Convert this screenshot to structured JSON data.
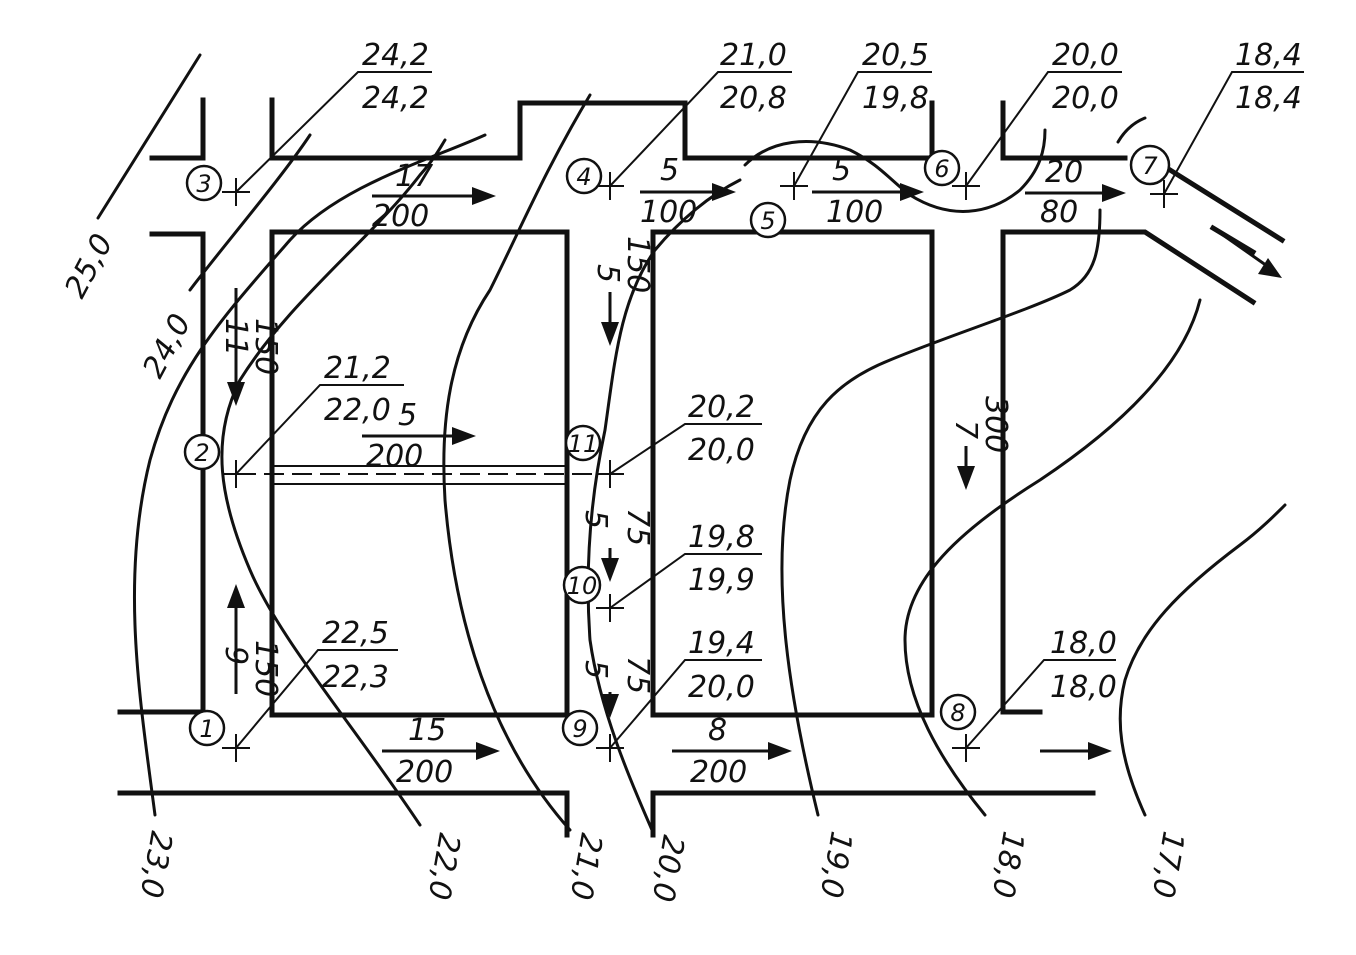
{
  "nodes": [
    {
      "id": "1"
    },
    {
      "id": "2"
    },
    {
      "id": "3"
    },
    {
      "id": "4"
    },
    {
      "id": "5"
    },
    {
      "id": "6"
    },
    {
      "id": "7"
    },
    {
      "id": "8"
    },
    {
      "id": "9"
    },
    {
      "id": "10"
    },
    {
      "id": "11"
    }
  ],
  "elevations": [
    {
      "node": "3",
      "top": "24,2",
      "bottom": "24,2"
    },
    {
      "node": "4",
      "top": "21,0",
      "bottom": "20,8"
    },
    {
      "node": "5",
      "top": "20,5",
      "bottom": "19,8"
    },
    {
      "node": "6",
      "top": "20,0",
      "bottom": "20,0"
    },
    {
      "node": "7",
      "top": "18,4",
      "bottom": "18,4"
    },
    {
      "node": "2",
      "top": "21,2",
      "bottom": "22,0"
    },
    {
      "node": "11",
      "top": "20,2",
      "bottom": "20,0"
    },
    {
      "node": "10",
      "top": "19,8",
      "bottom": "19,9"
    },
    {
      "node": "9",
      "top": "19,4",
      "bottom": "20,0"
    },
    {
      "node": "1",
      "top": "22,5",
      "bottom": "22,3"
    },
    {
      "node": "8",
      "top": "18,0",
      "bottom": "18,0"
    }
  ],
  "slopes": [
    {
      "top": "17",
      "bottom": "200"
    },
    {
      "top": "5",
      "bottom": "100"
    },
    {
      "top": "5",
      "bottom": "100"
    },
    {
      "top": "20",
      "bottom": "80"
    },
    {
      "top": "5",
      "bottom": "200"
    },
    {
      "top": "15",
      "bottom": "200"
    },
    {
      "top": "8",
      "bottom": "200"
    },
    {
      "top": "11",
      "bottom": "150"
    },
    {
      "top": "9",
      "bottom": "150"
    },
    {
      "top": "5",
      "bottom": "150"
    },
    {
      "top": "5",
      "bottom": "75"
    },
    {
      "top": "5",
      "bottom": "75"
    },
    {
      "top": "7",
      "bottom": "300"
    }
  ],
  "contours": [
    "25,0",
    "24,0",
    "23,0",
    "22,0",
    "21,0",
    "20,0",
    "19,0",
    "18,0",
    "17,0"
  ]
}
